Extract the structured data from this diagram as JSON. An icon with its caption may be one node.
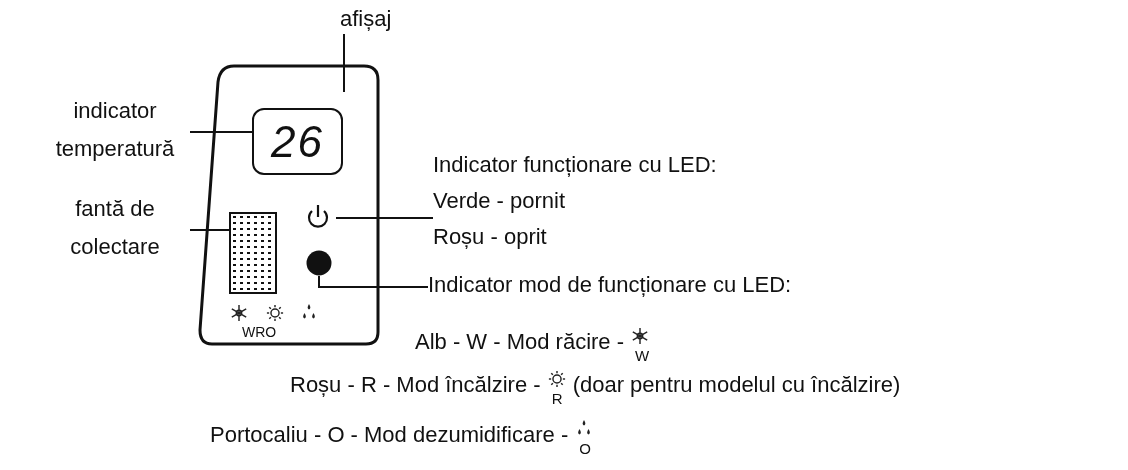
{
  "diagram": {
    "nodes": [
      {
        "text": [
          "afișaj"
        ]
      },
      {
        "text": [],
        "shape": "box"
      },
      {
        "text": [
          "indicator temperatură"
        ]
      },
      {
        "text": [
          "26"
        ],
        "in": 1
      },
      {
        "text": [
          "fantă de colectare"
        ]
      },
      {
        "text": [],
        "shape": "box",
        "in": 1
      },
      {
        "text": [],
        "shape": "symbol",
        "in": 1
      },
      {
        "text": [],
        "shape": "circle",
        "in": 1
      },
      {
        "text": [
          "Indicator funcționare cu LED:",
          "Verde - pornit",
          "Roșu - oprit"
        ]
      },
      {
        "text": [
          "Indicator mod de funcționare cu LED:"
        ],
        "beside": [
          "Alb - W - Mod răcire -",
          "Roșu - R - Mod încălzire -",
          "(doar pentru modelul cu încălzire)",
          "Portocaliu - O - Mod dezumidificare -"
        ]
      }
    ],
    "edges": [
      {
        "from": 0,
        "to": 1,
        "arrow": "none"
      },
      {
        "from": 2,
        "to": 3,
        "arrow": "none"
      },
      {
        "from": 4,
        "to": 5,
        "arrow": "none"
      },
      {
        "from": 8,
        "to": 6,
        "arrow": "none"
      },
      {
        "from": 9,
        "to": 7,
        "arrow": "none"
      }
    ],
    "labels": [
      "WRO",
      "W",
      "R",
      "O"
    ]
  }
}
